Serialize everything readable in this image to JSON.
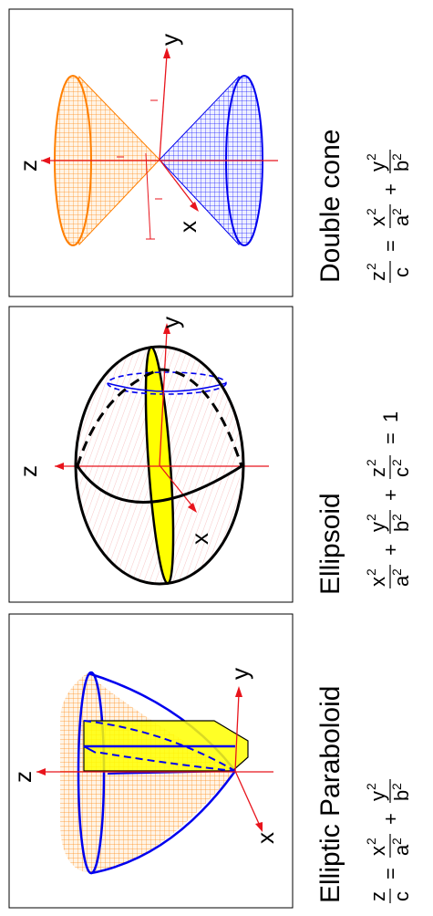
{
  "panels": [
    {
      "title": "Elliptic Paraboloid",
      "axes": {
        "x": "x",
        "y": "y",
        "z": "z"
      },
      "equation": {
        "lhs_num": "z",
        "lhs_den": "c",
        "eq": "=",
        "t1_num": "x",
        "t1_den": "a",
        "plus": "+",
        "t2_num": "y",
        "t2_den": "b",
        "exp": "2"
      }
    },
    {
      "title": "Ellipsoid",
      "axes": {
        "x": "x",
        "y": "y",
        "z": "z"
      },
      "equation": {
        "t1_num": "x",
        "t1_den": "a",
        "plus1": "+",
        "t2_num": "y",
        "t2_den": "b",
        "plus2": "+",
        "t3_num": "z",
        "t3_den": "c",
        "eq": "=",
        "rhs": "1",
        "exp": "2"
      }
    },
    {
      "title": "Double cone",
      "axes": {
        "x": "x",
        "y": "y",
        "z": "z"
      },
      "equation": {
        "lhs_num": "z",
        "lhs_den": "c",
        "exp_lhs": "2",
        "eq": "=",
        "t1_num": "x",
        "t1_den": "a",
        "plus": "+",
        "t2_num": "y",
        "t2_den": "b",
        "exp": "2"
      }
    }
  ],
  "colors": {
    "orange": "#ff7f00",
    "blue": "#0000ee",
    "yellow": "#ffff00",
    "red": "#e8141c",
    "pink": "#f08080"
  }
}
